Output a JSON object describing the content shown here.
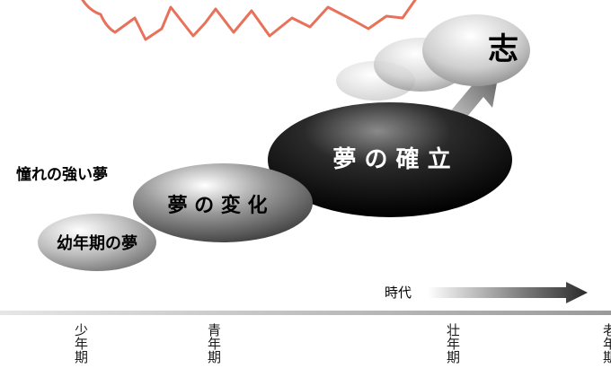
{
  "diagram": {
    "ellipses": {
      "childhood": "幼年期の夢",
      "change": "夢 の 変 化",
      "establish": "夢 の 確 立",
      "aspiration": "志"
    },
    "side_label": "憧れの強い夢",
    "time_arrow_label": "時代",
    "periods": [
      "少年期",
      "青年期",
      "壮年期",
      "老年期"
    ]
  }
}
